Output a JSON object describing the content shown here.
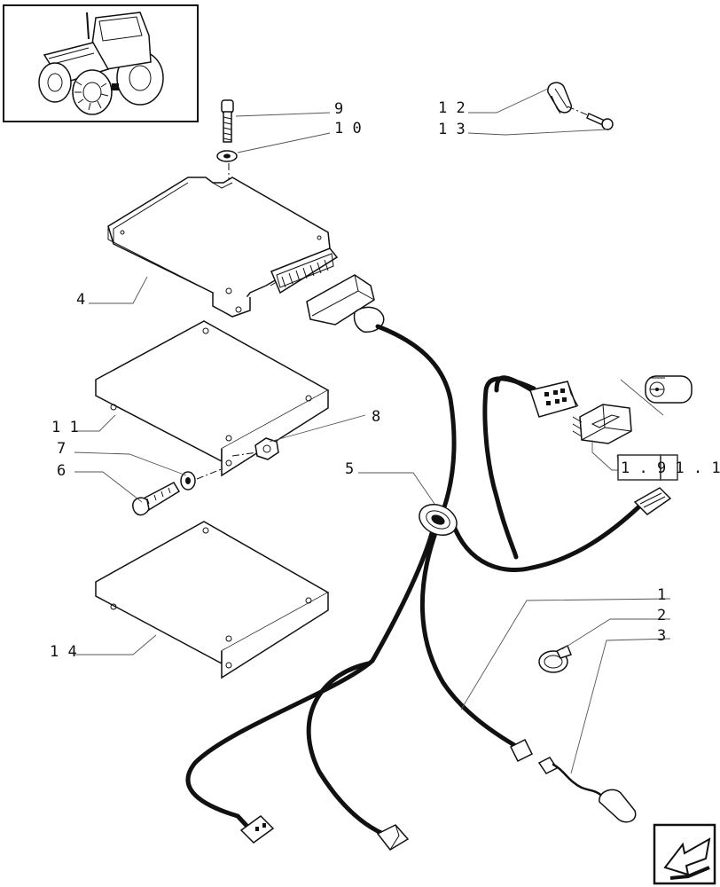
{
  "callouts": [
    {
      "id": "9",
      "text": "9"
    },
    {
      "id": "10",
      "text": "1 0"
    },
    {
      "id": "12",
      "text": "1 2"
    },
    {
      "id": "13",
      "text": "1 3"
    },
    {
      "id": "4",
      "text": "4"
    },
    {
      "id": "11",
      "text": "1 1"
    },
    {
      "id": "8",
      "text": "8"
    },
    {
      "id": "7",
      "text": "7"
    },
    {
      "id": "6",
      "text": "6"
    },
    {
      "id": "5",
      "text": "5"
    },
    {
      "id": "14",
      "text": "1 4"
    },
    {
      "id": "1",
      "text": "1"
    },
    {
      "id": "2",
      "text": "2"
    },
    {
      "id": "3",
      "text": "3"
    }
  ],
  "reference": {
    "text": "1 . 9 1 . 1"
  },
  "icons": [
    "tractor-thumbnail",
    "steering-wheel-icon",
    "next-page-arrow-icon"
  ]
}
